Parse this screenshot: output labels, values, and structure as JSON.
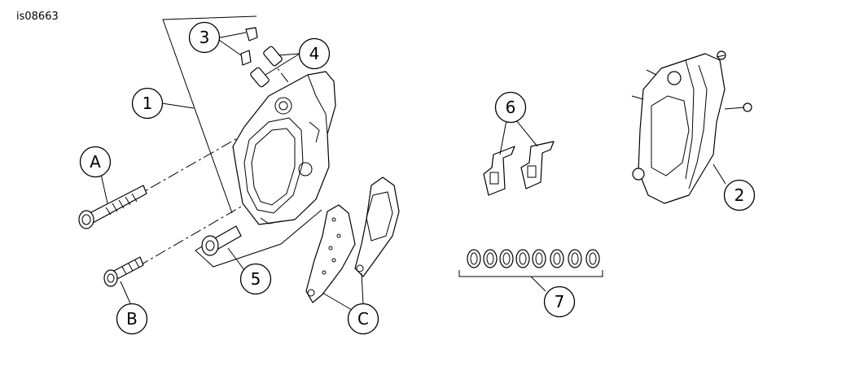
{
  "figure_id": "is08663",
  "callouts": [
    {
      "key": "1",
      "label": "1"
    },
    {
      "key": "2",
      "label": "2"
    },
    {
      "key": "3",
      "label": "3"
    },
    {
      "key": "4",
      "label": "4"
    },
    {
      "key": "5",
      "label": "5"
    },
    {
      "key": "6",
      "label": "6"
    },
    {
      "key": "7",
      "label": "7"
    },
    {
      "key": "A",
      "label": "A"
    },
    {
      "key": "B",
      "label": "B"
    },
    {
      "key": "C",
      "label": "C"
    }
  ]
}
